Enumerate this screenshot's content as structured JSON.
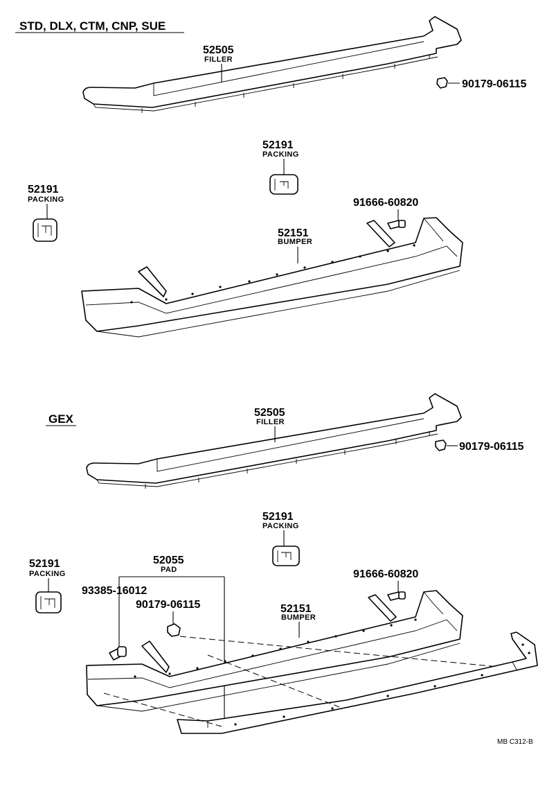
{
  "sections": {
    "std": {
      "header": "STD, DLX, CTM, CNP, SUE"
    },
    "gex": {
      "header": "GEX"
    }
  },
  "labels": {
    "s1_filler_num": "52505",
    "s1_filler_name": "FILLER",
    "s1_clip_num": "90179-06115",
    "s1_packing_top_num": "52191",
    "s1_packing_top_name": "PACKING",
    "s1_packing_left_num": "52191",
    "s1_packing_left_name": "PACKING",
    "s1_bolt_num": "91666-60820",
    "s1_bumper_num": "52151",
    "s1_bumper_name": "BUMPER",
    "s2_filler_num": "52505",
    "s2_filler_name": "FILLER",
    "s2_clip_num": "90179-06115",
    "s2_packing_top_num": "52191",
    "s2_packing_top_name": "PACKING",
    "s2_packing_left_num": "52191",
    "s2_packing_left_name": "PACKING",
    "s2_pad_num": "52055",
    "s2_pad_name": "PAD",
    "s2_screw_num": "93385-16012",
    "s2_pad_clip_num": "90179-06115",
    "s2_bolt_num": "91666-60820",
    "s2_bumper_num": "52151",
    "s2_bumper_name": "BUMPER"
  },
  "footer": {
    "code": "MB C312-B"
  }
}
